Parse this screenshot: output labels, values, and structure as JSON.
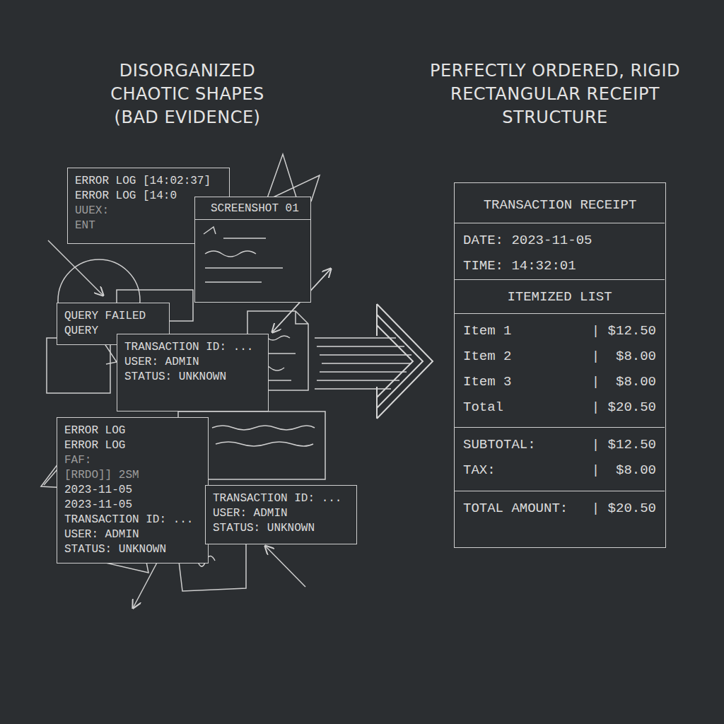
{
  "diagram": {
    "nodes": [
      {
        "text": [
          "ERROR LOG [14:02:37]",
          "ERROR LOG [14:0",
          "UUEX:",
          "ENT"
        ]
      },
      {
        "text": [
          "SCREENSHOT 01"
        ]
      },
      {
        "text": [
          "QUERY FAILED",
          "QUERY"
        ]
      },
      {
        "text": [
          "TRANSACTION ID: ...",
          "USER: ADMIN",
          "STATUS: UNKNOWN"
        ]
      },
      {
        "text": [
          "ERROR LOG",
          "ERROR LOG",
          "FAF:",
          "[RRDO]] 2SM",
          "2023-11-05",
          "2023-11-05",
          "TRANSACTION ID: ...",
          "USER: ADMIN",
          "STATUS: UNKNOWN"
        ]
      },
      {
        "text": [
          "TRANSACTION ID: ...",
          "USER: ADMIN",
          "STATUS: UNKNOWN"
        ]
      },
      {
        "text": [
          "TRANSACTION RECEIPT"
        ]
      },
      {
        "text": [
          "DATE: 2023-11-05",
          "TIME: 14:32:01"
        ],
        "in": 6
      },
      {
        "text": [
          "ITEMIZED LIST"
        ],
        "in": 6
      },
      {
        "text": [
          "Item 1",
          "| $12.50",
          "Item 2",
          "|  $8.00",
          "Item 3",
          "|  $8.00",
          "Total",
          "| $20.50"
        ],
        "in": 6
      },
      {
        "text": [
          "SUBTOTAL:",
          "| $12.50",
          "TAX:",
          "|  $8.00"
        ],
        "in": 6
      },
      {
        "text": [
          "TOTAL AMOUNT:",
          "| $20.50"
        ],
        "in": 6
      }
    ],
    "labels": [
      "DISORGANIZED CHAOTIC SHAPES (BAD EVIDENCE)",
      "PERFECTLY ORDERED, RIGID RECTANGULAR RECEIPT STRUCTURE"
    ]
  }
}
